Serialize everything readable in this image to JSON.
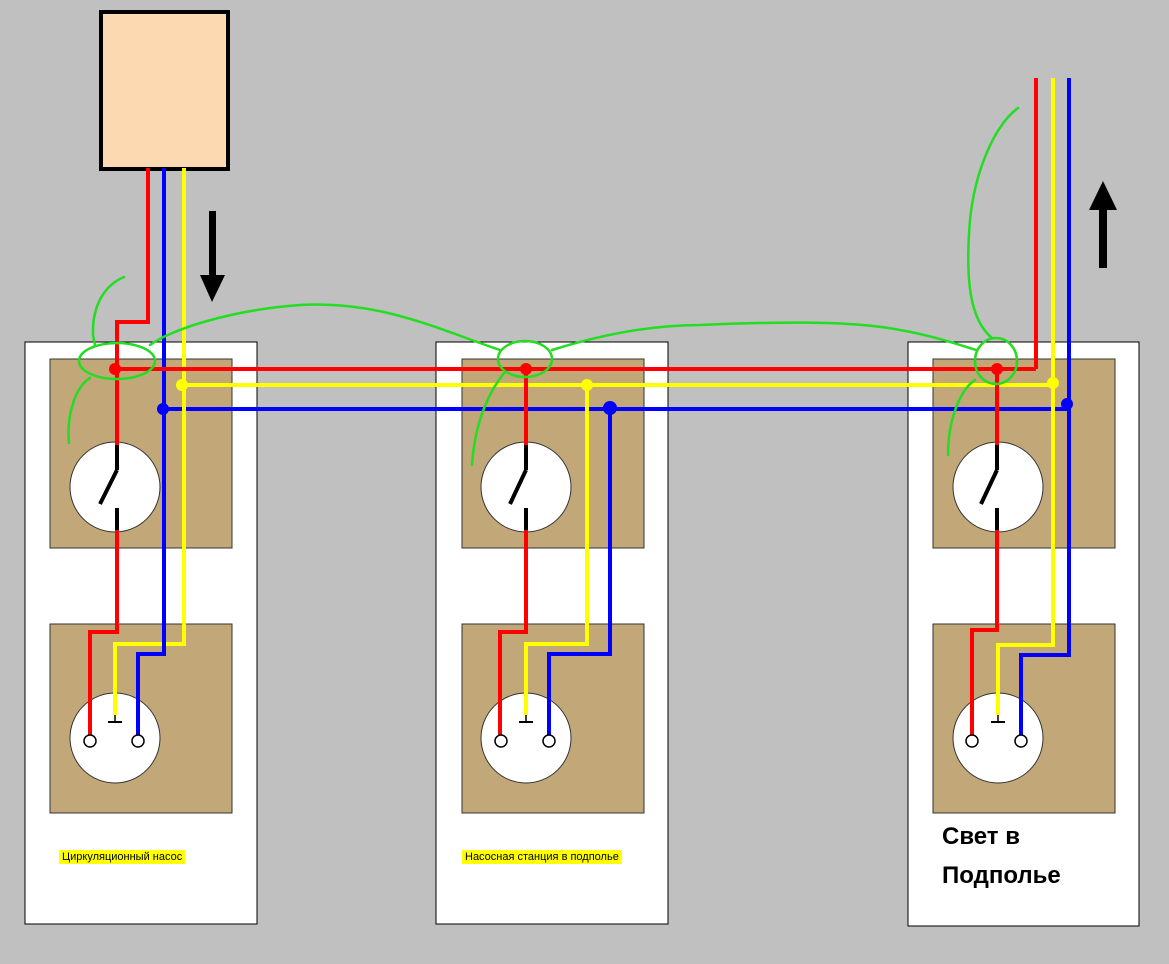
{
  "units": [
    {
      "label": "Циркуляционный насос"
    },
    {
      "label": "Насосная станция в подполье"
    },
    {
      "label_line1": "Свет в",
      "label_line2": "Подполье"
    }
  ],
  "colors": {
    "background": "#c0c0c0",
    "panel": "#ffffff",
    "plate": "#c2a878",
    "junction_box": "#fcd9b0",
    "phase_wire": "#ff0000",
    "neutral_wire": "#0000ff",
    "ground_wire": "#ffff00",
    "annotation": "#22dd22",
    "label_highlight": "#ffff00"
  },
  "icons": [
    "junction-box",
    "switch-icon",
    "socket-icon",
    "ground-symbol",
    "arrow-down-icon",
    "arrow-up-icon"
  ]
}
